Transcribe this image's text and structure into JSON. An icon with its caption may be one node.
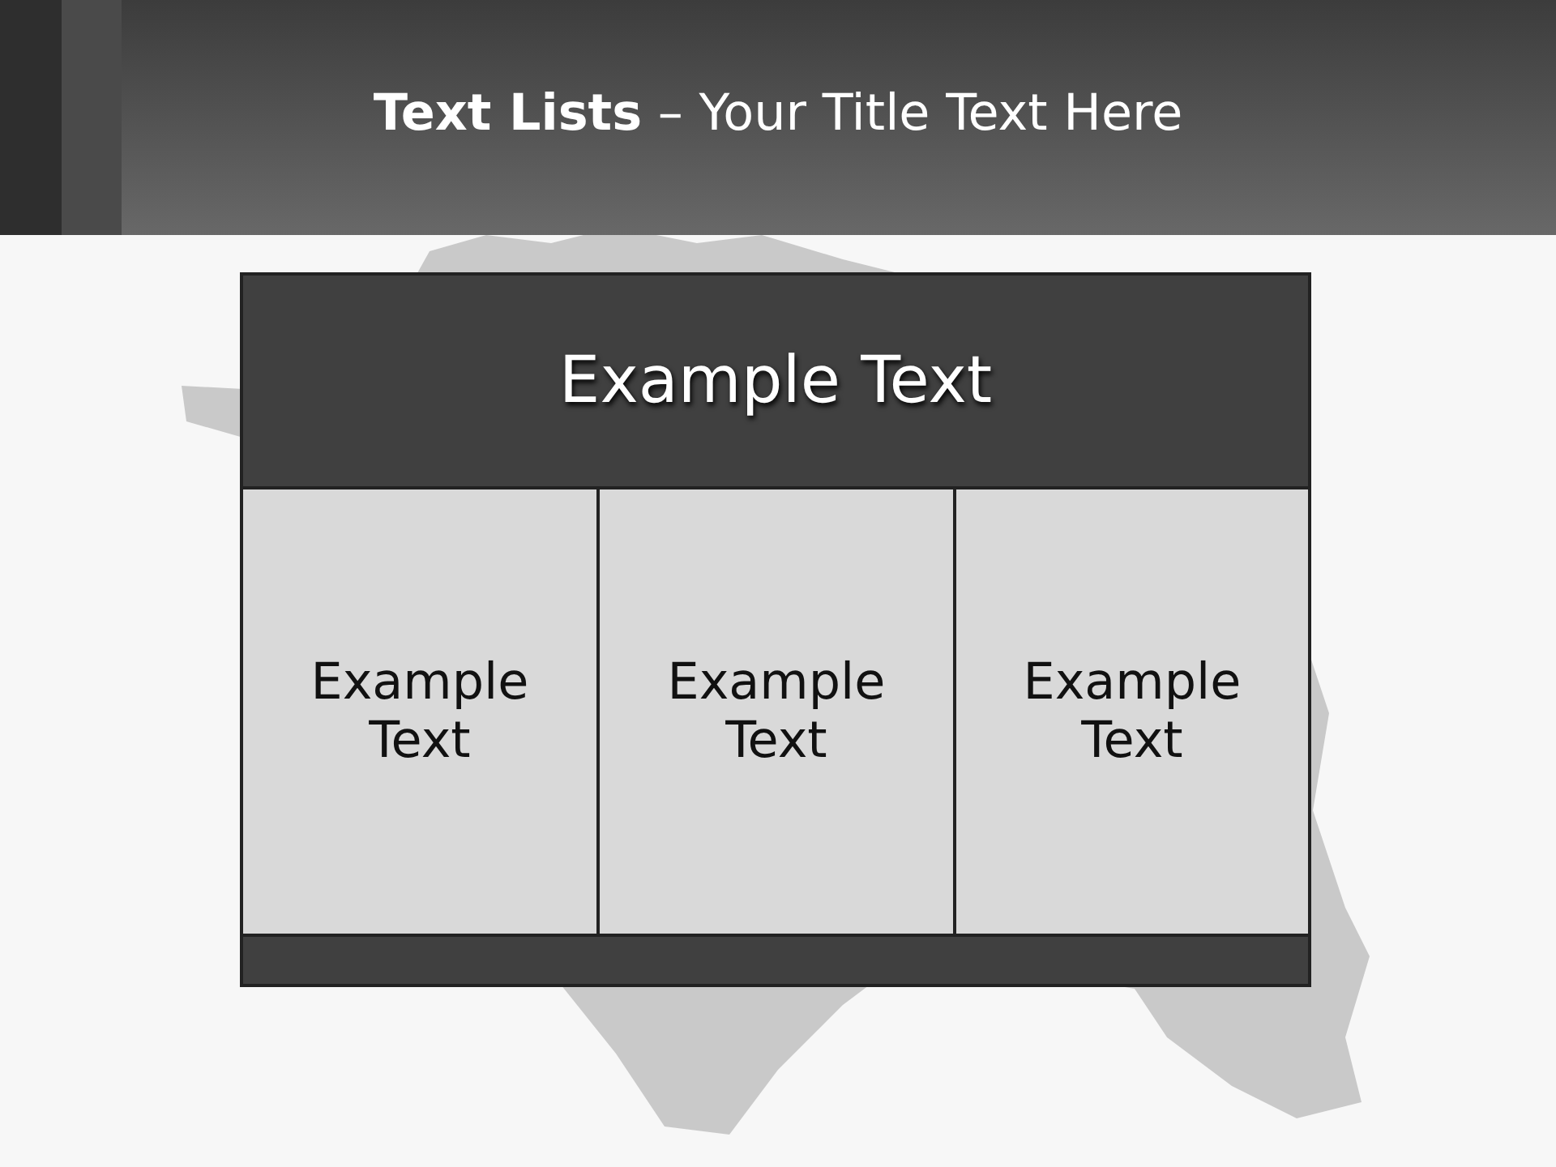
{
  "diagram": {
    "title": "**Text Lists** – Your Title Text Here",
    "nodes": [
      {
        "text": [
          "Example Text"
        ]
      },
      {
        "text": [
          "Example Text"
        ]
      },
      {
        "text": [
          "Example Text"
        ]
      },
      {
        "text": [
          "Example Text"
        ]
      },
      {
        "text": [],
        "shape": "bar"
      }
    ],
    "edges": []
  }
}
